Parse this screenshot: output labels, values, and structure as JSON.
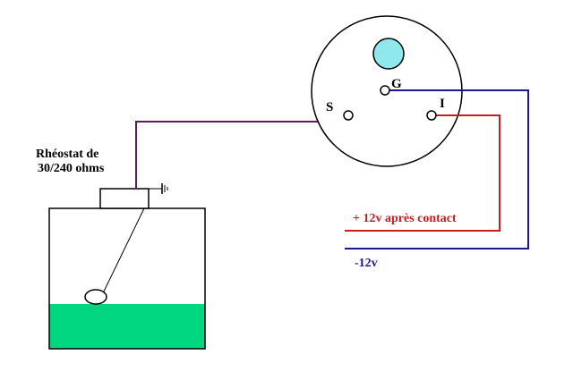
{
  "labels": {
    "rheostat_line1": "Rhéostat de",
    "rheostat_line2": "30/240 ohms",
    "terminal_s": "S",
    "terminal_g": "G",
    "terminal_i": "I",
    "plus_12v": "+ 12v après contact",
    "minus_12v": "-12v"
  },
  "colors": {
    "outline": "#000000",
    "sender_wire": "#5a1e5c",
    "positive_wire": "#c41e1e",
    "negative_wire": "#1a1a8c",
    "fuel": "#00d680",
    "gauge_lamp": "#8ee8ec",
    "background": "#ffffff"
  },
  "icons": {
    "ground": "ground-symbol-icon"
  }
}
